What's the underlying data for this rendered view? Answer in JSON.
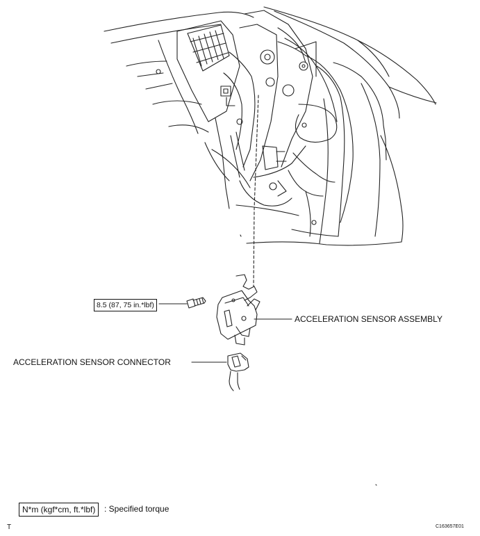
{
  "callouts": {
    "torque": "8.5 (87, 75 in.*lbf)",
    "assembly": "ACCELERATION SENSOR ASSEMBLY",
    "connector": "ACCELERATION SENSOR CONNECTOR"
  },
  "legend": {
    "box_text": "N*m (kgf*cm, ft.*lbf)",
    "description": ": Specified torque"
  },
  "corner_letter": "T",
  "figure_code": "C163657E01"
}
